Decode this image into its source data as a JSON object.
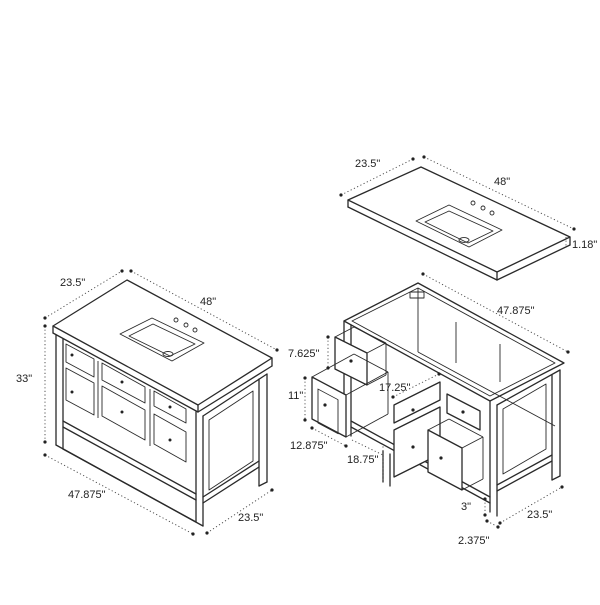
{
  "dimensions": {
    "left_depth": "23.5\"",
    "left_top_width": "48\"",
    "left_height": "33\"",
    "left_base_width": "47.875\"",
    "left_base_depth": "23.5\"",
    "top_depth": "23.5\"",
    "top_width": "48\"",
    "top_thickness": "1.18\"",
    "cab_width": "47.875\"",
    "drawer_small_h": "7.625\"",
    "drawer_large_h": "11\"",
    "drawer_width_center": "17.25\"",
    "drawer_width_side": "12.875\"",
    "drawer_depth": "18.75\"",
    "toe_kick": "3\"",
    "leg_width": "2.375\"",
    "cab_depth": "23.5\""
  }
}
